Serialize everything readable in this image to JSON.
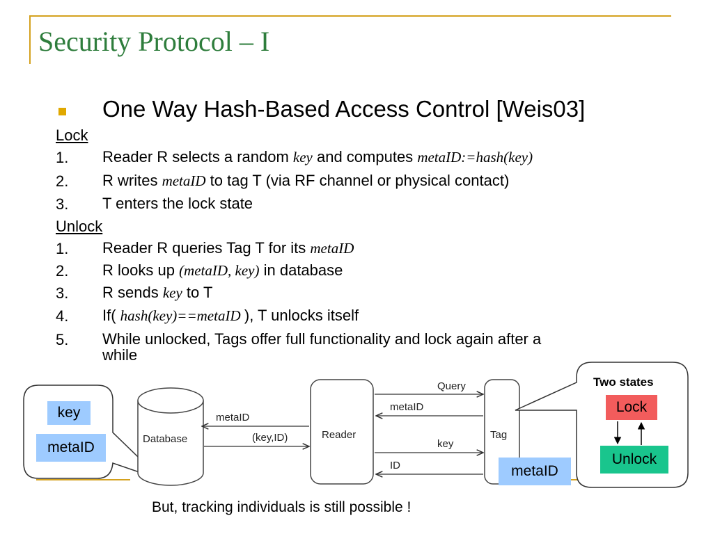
{
  "slide": {
    "title": "Security Protocol – I",
    "heading": "One Way Hash-Based Access Control [Weis03]",
    "lock_label": "Lock",
    "lock_steps": [
      {
        "num": "1.",
        "pre": "Reader R selects a random ",
        "it1": "key",
        "mid": " and computes ",
        "it2": "metaID:=hash(key)"
      },
      {
        "num": "2.",
        "pre": "R writes ",
        "it1": "metaID",
        "post": " to tag T (via RF channel or physical contact)"
      },
      {
        "num": "3.",
        "text": "T enters the lock state"
      }
    ],
    "unlock_label": "Unlock",
    "unlock_steps": [
      {
        "num": "1.",
        "pre": "Reader R queries Tag T for its ",
        "it1": "metaID"
      },
      {
        "num": "2.",
        "pre": "R looks up ",
        "it1": "(metaID, key)",
        "post": " in database"
      },
      {
        "num": "3.",
        "pre": "R sends ",
        "it1": "key",
        "post": " to T"
      },
      {
        "num": "4.",
        "pre": "If( ",
        "it1": "hash(key)==metaID ",
        "post": "), T unlocks itself"
      },
      {
        "num": "5.",
        "line1": "While unlocked, Tags offer full functionality and lock again after a",
        "line2": "while"
      }
    ],
    "footer": "But, tracking individuals is still possible !"
  },
  "diagram": {
    "database_label": "Database",
    "reader_label": "Reader",
    "tag_label": "Tag",
    "arrows": {
      "query": "Query",
      "metaid_to_reader": "metaID",
      "key_to_tag": "key",
      "id_to_reader": "ID",
      "metaid_to_db": "metaID",
      "keyid_to_reader": "(key,ID)"
    },
    "db_bubble": {
      "key": "key",
      "metaid": "metaID"
    },
    "tag_metaid": "metaID",
    "states_bubble": {
      "title": "Two states",
      "lock": "Lock",
      "unlock": "Unlock"
    },
    "colors": {
      "light_blue": "#9ecbff",
      "lock_red": "#f25c5c",
      "unlock_green": "#19c58d",
      "gold": "#d4a11e",
      "title_green": "#2e7d3c"
    }
  }
}
